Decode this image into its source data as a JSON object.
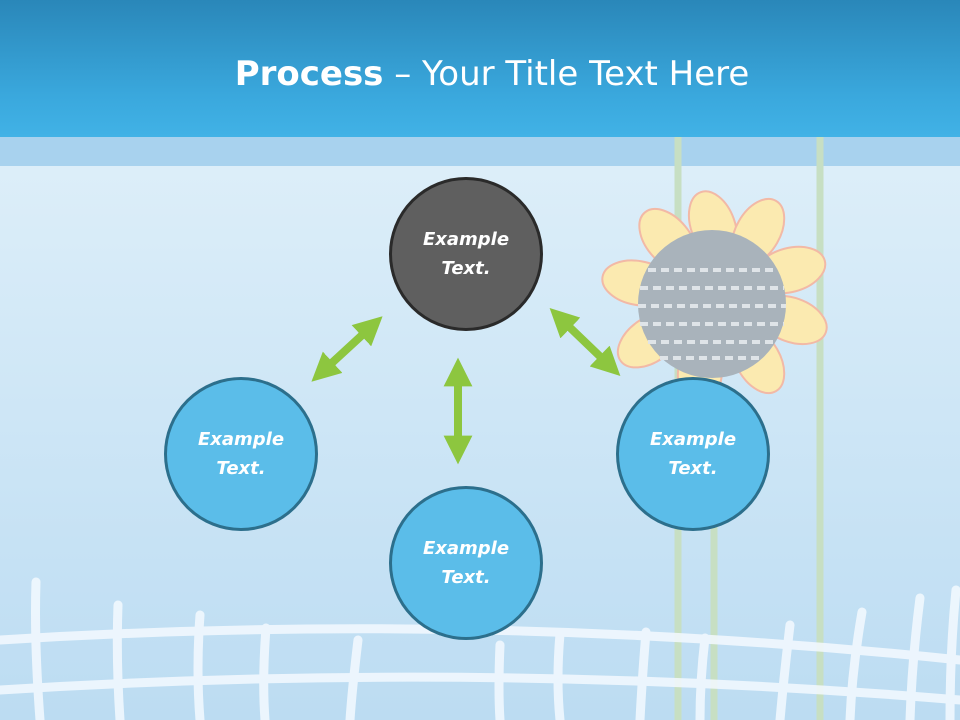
{
  "slide": {
    "title_bold": "Process",
    "title_rest": " – Your Title Text Here"
  },
  "nodes": {
    "top": {
      "label": "Example Text."
    },
    "left": {
      "label": "Example Text."
    },
    "right": {
      "label": "Example Text."
    },
    "bottom": {
      "label": "Example Text."
    }
  },
  "colors": {
    "header": "#3aa8dd",
    "center_node": "#5f5f5f",
    "outer_node": "#5bbde9",
    "arrow": "#8dc63f"
  }
}
